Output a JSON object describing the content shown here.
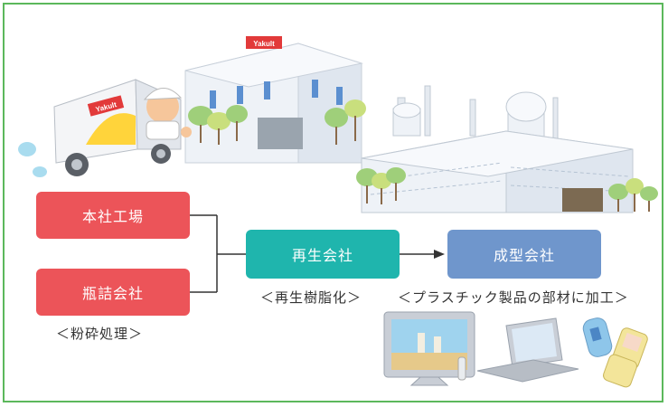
{
  "nodes": {
    "honsha": "本社工場",
    "binzume": "瓶詰会社",
    "saisei": "再生会社",
    "seikei": "成型会社"
  },
  "captions": {
    "funsai": "＜粉砕処理＞",
    "saisei_jushika": "＜再生樹脂化＞",
    "kako": "＜プラスチック製品の部材に加工＞"
  },
  "logos": {
    "truck": "Yakult",
    "building": "Yakult"
  },
  "colors": {
    "border": "#5cb85c",
    "red": "#ec5459",
    "teal": "#1fb5ad",
    "blue": "#6f96cc"
  }
}
